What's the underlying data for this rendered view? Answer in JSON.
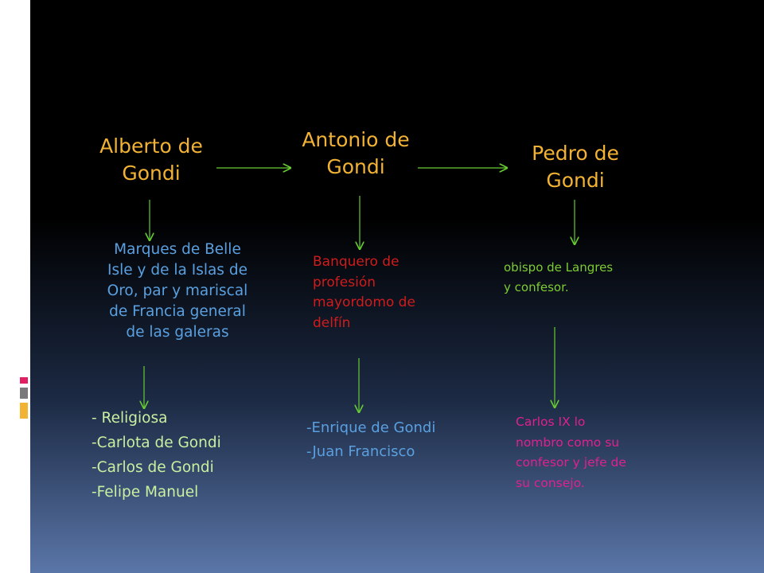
{
  "colors": {
    "title": "#f2b233",
    "blue_text": "#5aa0e0",
    "red_text": "#d01c1c",
    "green_text": "#7ccc33",
    "list_text": "#c8f0a0",
    "pink_text": "#e02090",
    "arrow": "#66cc33"
  },
  "nodes": {
    "alberto": {
      "title_lines": [
        "Alberto de",
        "Gondi"
      ]
    },
    "antonio": {
      "title_lines": [
        "Antonio de",
        "Gondi"
      ]
    },
    "pedro": {
      "title_lines": [
        "Pedro de",
        "Gondi"
      ]
    }
  },
  "descriptions": {
    "alberto": [
      "Marques de Belle",
      "Isle y de la Islas de",
      "Oro, par y mariscal",
      "de Francia general",
      "de las galeras"
    ],
    "antonio": [
      "Banquero de",
      "profesión",
      "mayordomo de",
      "delfín"
    ],
    "pedro": [
      "obispo de Langres",
      "y confesor."
    ]
  },
  "lists": {
    "alberto": [
      "- Religiosa",
      "-Carlota de Gondi",
      "-Carlos de Gondi",
      "-Felipe Manuel"
    ],
    "antonio": [
      "-Enrique de Gondi",
      "-Juan Francisco"
    ],
    "pedro": [
      "Carlos IX lo",
      "nombro como su",
      "confesor y jefe de",
      "su consejo."
    ]
  }
}
